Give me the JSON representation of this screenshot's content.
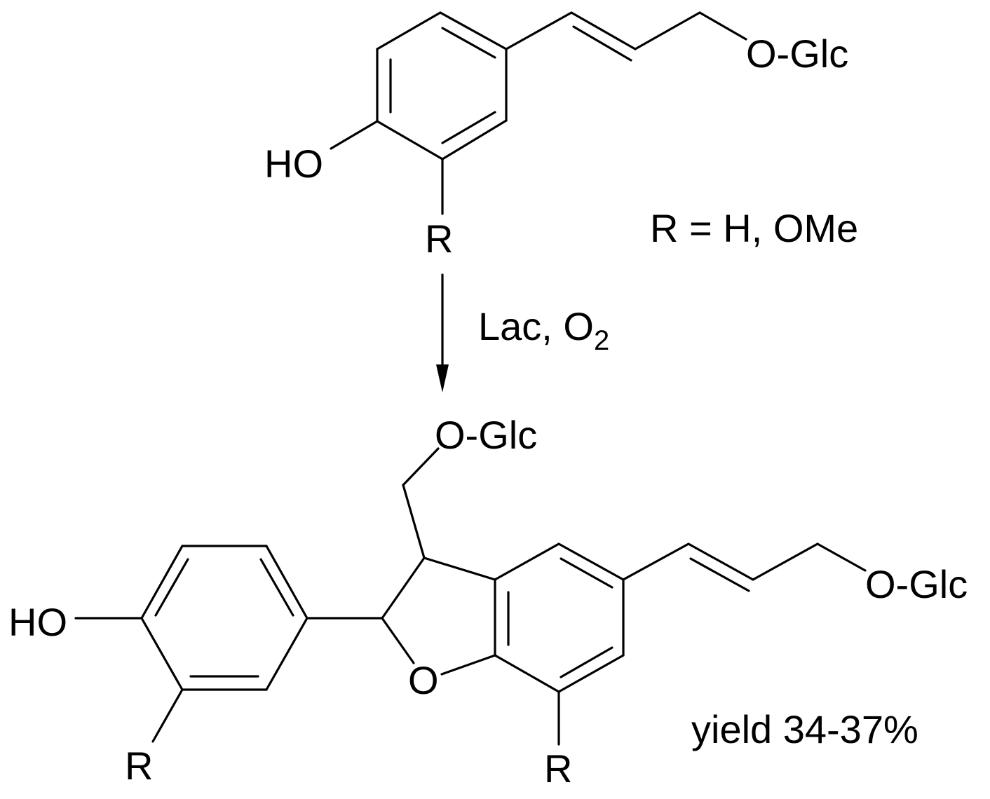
{
  "reactant": {
    "label_glc": "O-Glc",
    "label_ho": "HO",
    "label_r": "R"
  },
  "r_definition": "R = H, OMe",
  "reagents": {
    "main": "Lac, O",
    "subscript": "2"
  },
  "product": {
    "label_glc_top": "O-Glc",
    "label_glc_right": "O-Glc",
    "label_ho": "HO",
    "label_ring_o": "O",
    "label_r_left": "R",
    "label_r_bottom": "R"
  },
  "yield_text": "yield 34-37%"
}
